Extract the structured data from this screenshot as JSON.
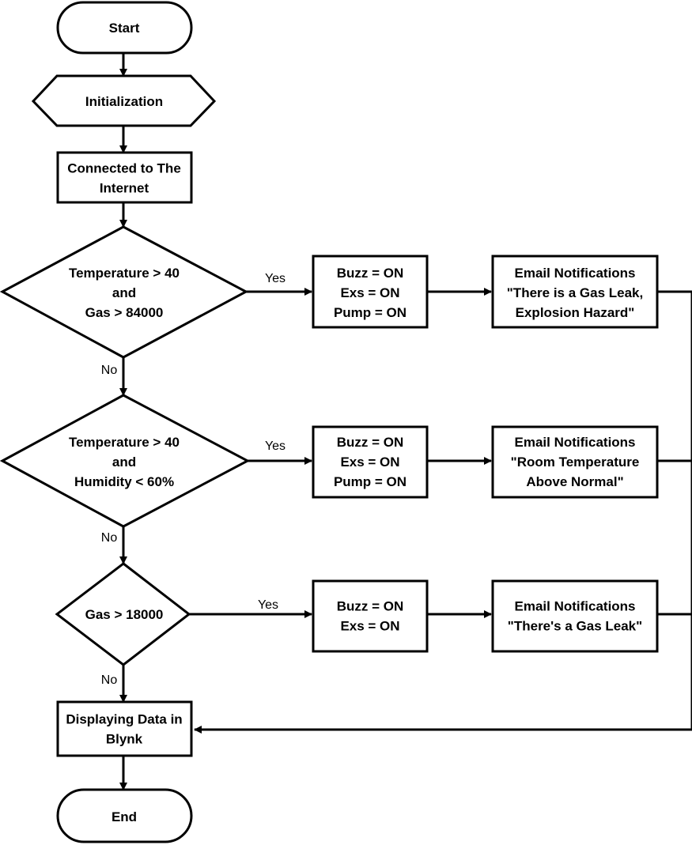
{
  "nodes": {
    "start": [
      "Start"
    ],
    "init": [
      "Initialization"
    ],
    "connect": [
      "Connected to The",
      "Internet"
    ],
    "cond1": [
      "Temperature > 40",
      "and",
      "Gas > 84000"
    ],
    "act1": [
      "Buzz = ON",
      "Exs = ON",
      "Pump = ON"
    ],
    "email1": [
      "Email Notifications",
      "\"There is a Gas Leak,",
      "Explosion Hazard\""
    ],
    "cond2": [
      "Temperature > 40",
      "and",
      "Humidity < 60%"
    ],
    "act2": [
      "Buzz = ON",
      "Exs = ON",
      "Pump = ON"
    ],
    "email2": [
      "Email Notifications",
      "\"Room Temperature",
      "Above Normal\""
    ],
    "cond3": [
      "Gas > 18000"
    ],
    "act3": [
      "Buzz = ON",
      "Exs = ON"
    ],
    "email3": [
      "Email Notifications",
      "\"There's a Gas Leak\""
    ],
    "display": [
      "Displaying Data in",
      "Blynk"
    ],
    "end": [
      "End"
    ]
  },
  "edge_labels": {
    "yes1": "Yes",
    "no1": "No",
    "yes2": "Yes",
    "no2": "No",
    "yes3": "Yes",
    "no3": "No"
  },
  "colors": {
    "stroke": "#000000",
    "fill": "#ffffff"
  }
}
